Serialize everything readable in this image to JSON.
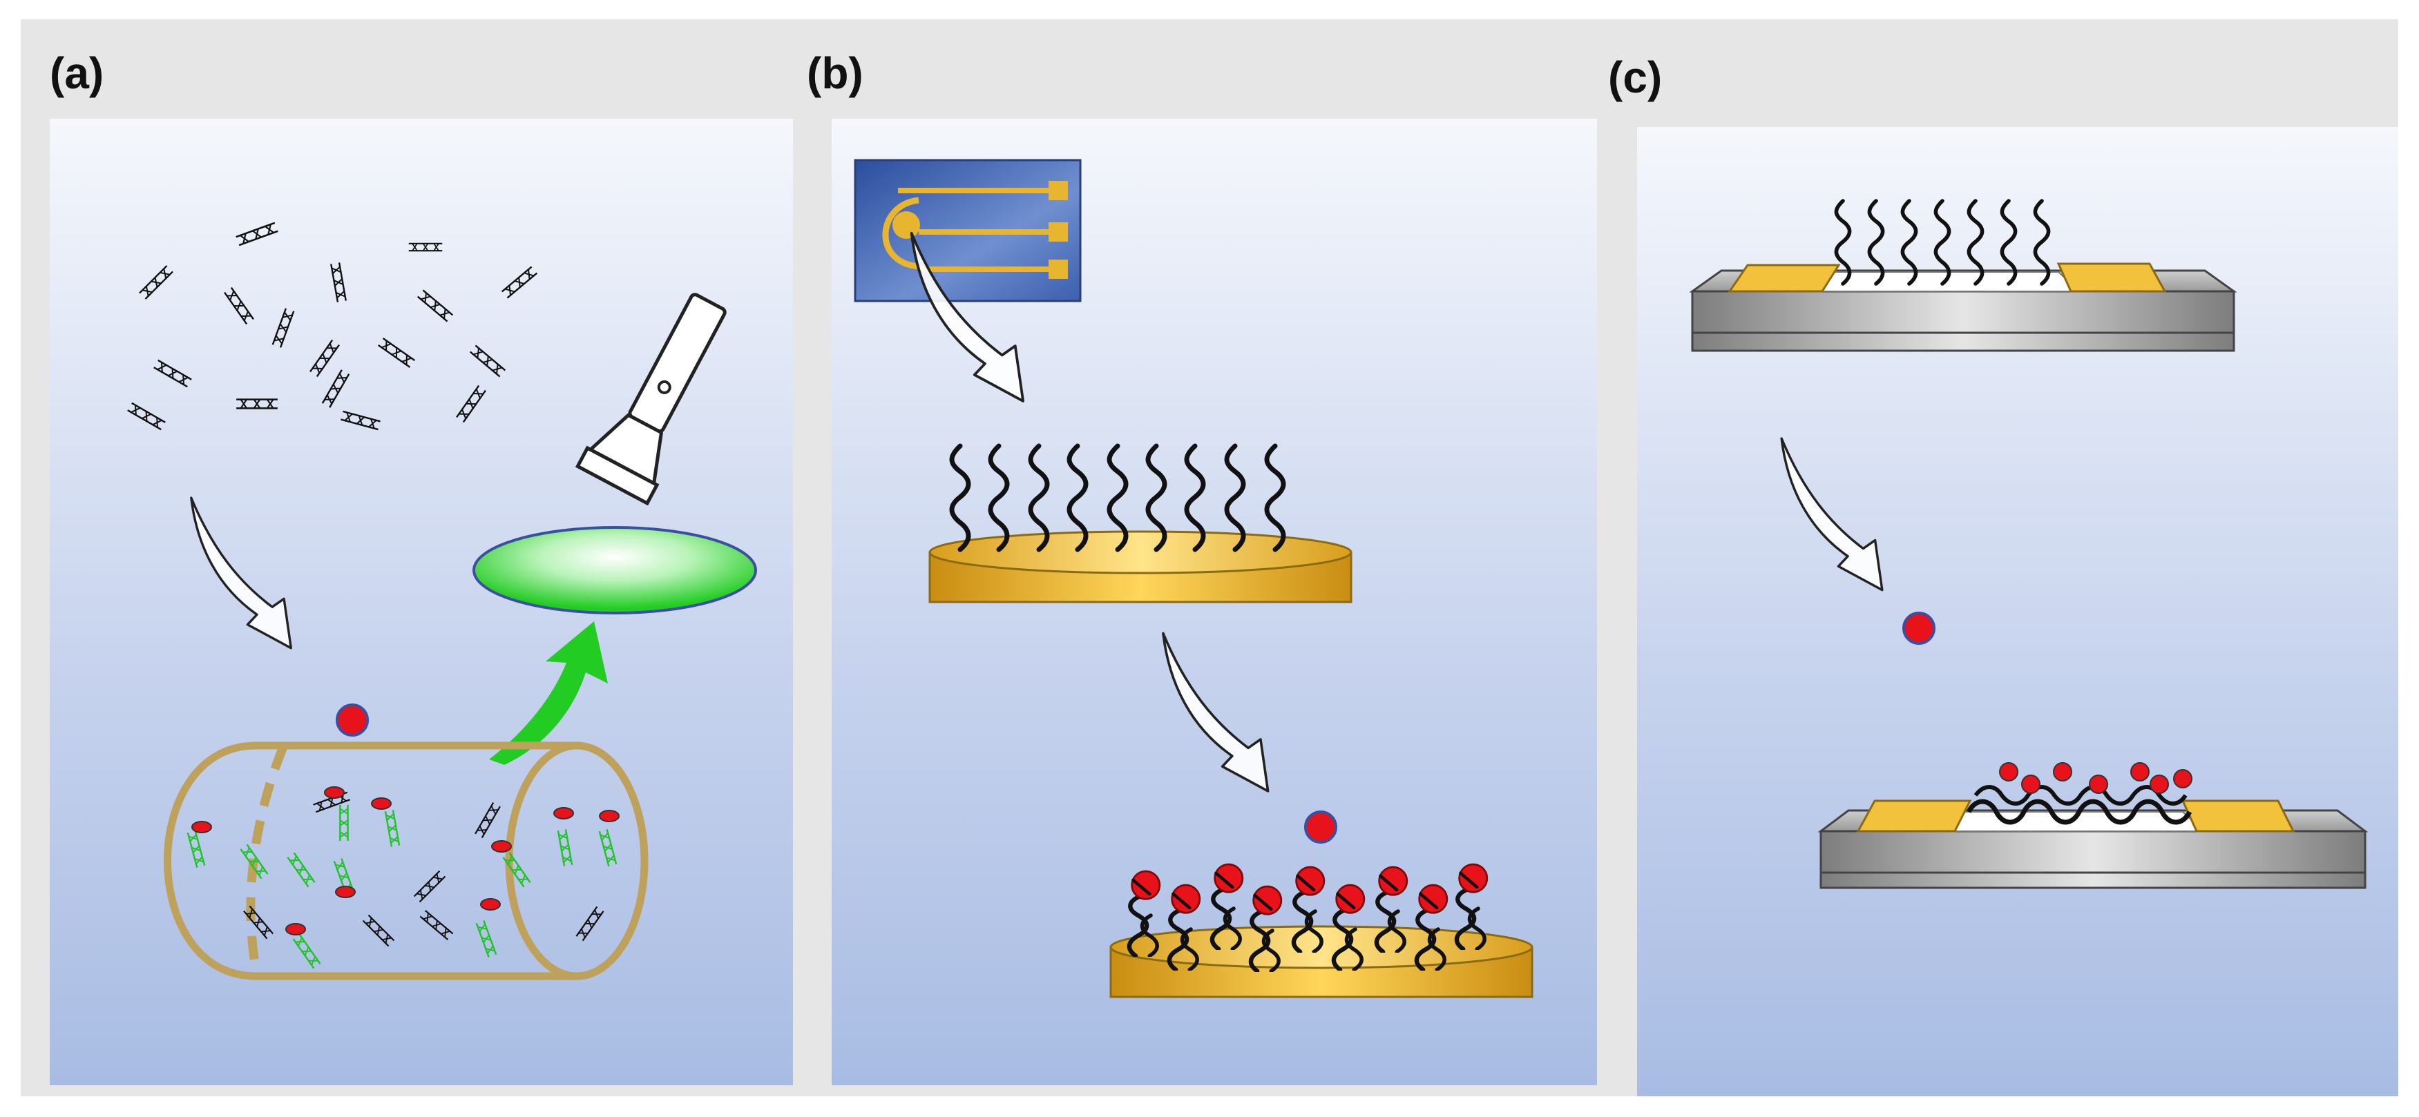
{
  "figure": {
    "panels": [
      {
        "id": "a",
        "label": "(a)",
        "description_visible": false
      },
      {
        "id": "b",
        "label": "(b)",
        "description_visible": false
      },
      {
        "id": "c",
        "label": "(c)",
        "description_visible": false
      }
    ]
  },
  "icons": {
    "dna": "dna-strand-icon",
    "flashlight": "flashlight-icon",
    "electrode_chip": "screen-printed-electrode-icon",
    "target": "target-molecule-icon",
    "arrow": "curved-arrow-icon"
  },
  "colors": {
    "header_band": "#e6e6e6",
    "panel_top": "#f4f6fb",
    "panel_bottom": "#a9bde3",
    "gold": "#e8b530",
    "gold_light": "#ffe07a",
    "gold_dark": "#b78514",
    "tube": "#bea15a",
    "target_red": "#e8121b",
    "glow_green": "#22cc22",
    "probe_black": "#111111",
    "chip_blue": "#3f63b3",
    "substrate_gray": "#8c8c8c"
  }
}
